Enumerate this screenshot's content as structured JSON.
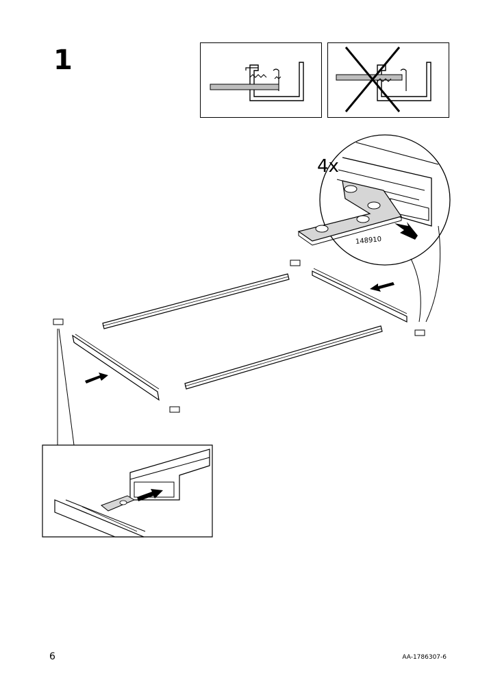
{
  "step": {
    "number": "1"
  },
  "callout": {
    "quantity": "4x",
    "part_number": "148910"
  },
  "footer": {
    "page_number": "6",
    "document_code": "AA-1786307-6"
  },
  "panels": {
    "correct": {
      "icon": "correct-fit-icon"
    },
    "wrong": {
      "icon": "cross-mark-icon"
    }
  }
}
